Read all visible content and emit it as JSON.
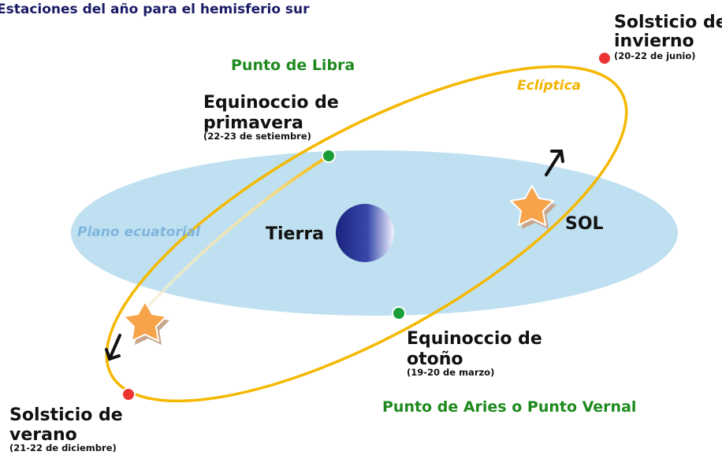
{
  "title": "Estaciones del año para el hemisferio sur",
  "labels": {
    "plano": "Plano ecuatorial",
    "tierra": "Tierra",
    "sol": "SOL",
    "ecliptica": "Eclíptica",
    "punto_libra": "Punto de Libra",
    "punto_aries": "Punto de Aries o Punto Vernal"
  },
  "equinoccio_primavera": {
    "line1": "Equinoccio de",
    "line2": "primavera",
    "date": "(22-23 de setiembre)"
  },
  "equinoccio_otono": {
    "line1": "Equinoccio de",
    "line2": "otoño",
    "date": "(19-20 de marzo)"
  },
  "solsticio_invierno": {
    "line1": "Solsticio de",
    "line2": "invierno",
    "date": "(20-22 de junio)"
  },
  "solsticio_verano": {
    "line1": "Solsticio de",
    "line2": "verano",
    "date": "(21-22 de diciembre)"
  },
  "colors": {
    "plano": "#bfe0f0",
    "ecliptica": "#f5b800",
    "equinoccio_dot": "#1a9e3a",
    "solsticio_dot": "#ee3333",
    "sun": "#f7a34a",
    "earth_dark": "#1a237e"
  }
}
